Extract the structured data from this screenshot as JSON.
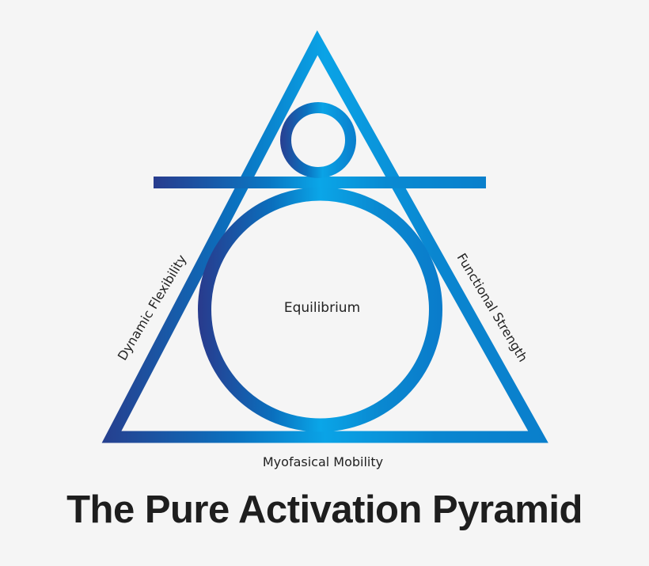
{
  "diagram": {
    "title": "The Pure Activation Pyramid",
    "center_label": "Equilibrium",
    "left_side_label": "Dynamic Flexibility",
    "right_side_label": "Functional Strength",
    "bottom_label": "Myofasical Mobility"
  },
  "colors": {
    "background": "#f5f5f5",
    "shape_dark_blue": "#2a3d8f",
    "shape_mid_blue": "#0a6fbd",
    "shape_light_blue": "#0aa3e6",
    "text": "#222222",
    "title_text": "#1e1e1e"
  }
}
